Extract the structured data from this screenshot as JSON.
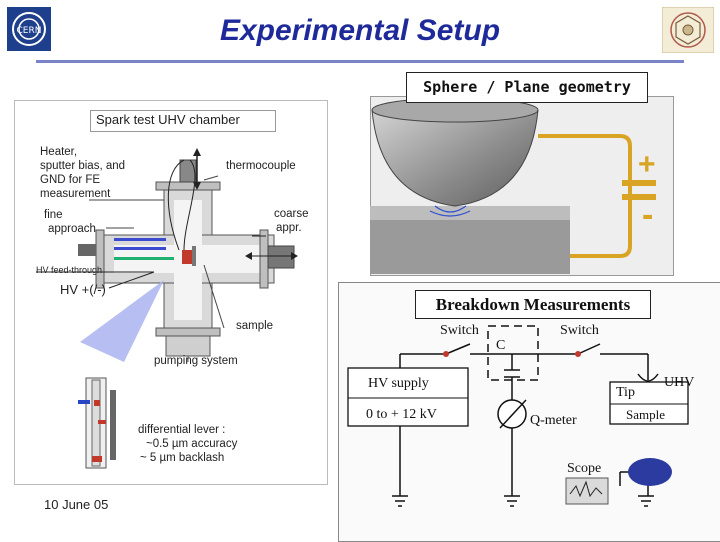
{
  "slide": {
    "title": "Experimental Setup",
    "date": "10 June 05"
  },
  "colors": {
    "title": "#1f2a9a",
    "rule": "#7a85c8",
    "electrode": "#d9a323",
    "wire": "#2a2a2a",
    "plus": "#d9a323"
  },
  "sphere_panel": {
    "title": "Sphere / Plane geometry",
    "plus_sign": "+",
    "minus_sign": "-"
  },
  "chamber_panel": {
    "header": "Spark test UHV chamber",
    "heater_label": [
      "Heater,",
      "sputter bias, and",
      "GND for FE",
      "measurement"
    ],
    "thermocouple_label": "thermocouple",
    "fine_approach_label": [
      "fine",
      "approach"
    ],
    "coarse_approach_label": [
      "coarse",
      "appr."
    ],
    "hv_feedthrough_label": "HV feed-through",
    "hv_label": "HV  +(/-)",
    "sample_label": "sample",
    "pumping_label": "pumping system",
    "lever_label": [
      "differential  lever :",
      "~0.5 µm accuracy",
      "~ 5  µm backlash"
    ]
  },
  "breakdown_panel": {
    "title": "Breakdown Measurements",
    "switch_left": "Switch",
    "switch_right": "Switch",
    "capacitor": "C",
    "hv_supply": "HV supply",
    "hv_range": "0 to + 12 kV",
    "meter": "Q-meter",
    "tip": "Tip",
    "uhv": "UHV",
    "sample": "Sample",
    "scope": "Scope"
  }
}
